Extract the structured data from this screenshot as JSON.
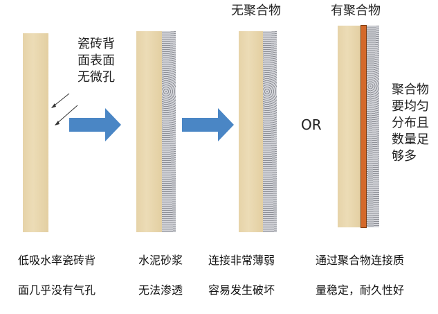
{
  "titles": {
    "no_polymer": "无聚合物",
    "with_polymer": "有聚合物"
  },
  "tile_note": [
    "瓷砖背",
    "面表面",
    "无微孔"
  ],
  "or_label": "OR",
  "polymer_note": [
    "聚合物",
    "要均匀",
    "分布且",
    "数量足",
    "够多"
  ],
  "captions": {
    "col1": [
      "低吸水率瓷砖背",
      "面几乎没有气孔"
    ],
    "col2": [
      "水泥砂浆",
      "无法渗透"
    ],
    "col3": [
      "连接非常薄弱",
      "容易发生破坏"
    ],
    "col4": [
      "通过聚合物连接质",
      "量稳定，耐久性好"
    ]
  },
  "colors": {
    "arrow": "#4a86c5",
    "polymer": "#d4692a",
    "tile": "#e6d3a8"
  }
}
